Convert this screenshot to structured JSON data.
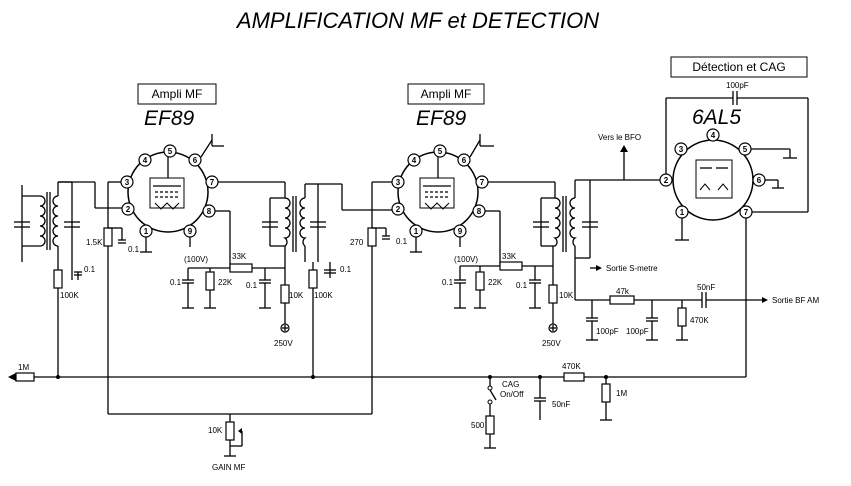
{
  "title": "AMPLIFICATION MF et DETECTION",
  "stages": {
    "stage1": {
      "box_label": "Ampli MF",
      "tube": "EF89"
    },
    "stage2": {
      "box_label": "Ampli MF",
      "tube": "EF89"
    },
    "stage3": {
      "box_label": "Détection et CAG",
      "tube": "6AL5"
    }
  },
  "pins": {
    "p1": "1",
    "p2": "2",
    "p3": "3",
    "p4": "4",
    "p5": "5",
    "p6": "6",
    "p7": "7",
    "p8": "8",
    "p9": "9"
  },
  "components": {
    "r_1_5k": "1.5K",
    "c_01_a": "0.1",
    "c_01_b": "0.1",
    "r_100k_a": "100K",
    "v_100v_a": "(100V)",
    "r_33k_a": "33K",
    "c_01_c": "0.1",
    "r_22k_a": "22K",
    "c_01_d": "0.1",
    "r_10k_a": "10K",
    "v_250v_a": "250V",
    "r_100k_b": "100K",
    "c_01_e": "0.1",
    "r_270": "270",
    "c_01_f": "0.1",
    "v_100v_b": "(100V)",
    "r_33k_b": "33K",
    "c_01_g": "0.1",
    "r_22k_b": "22K",
    "c_01_h": "0.1",
    "r_10k_b": "10K",
    "v_250v_b": "250V",
    "c_100pf_top": "100pF",
    "vers_bfo": "Vers le BFO",
    "sortie_smetre": "Sortie S-metre",
    "r_47k": "47k",
    "c_50nf_a": "50nF",
    "sortie_bf": "Sortie BF AM",
    "c_100pf_a": "100pF",
    "c_100pf_b": "100pF",
    "r_470k_a": "470K",
    "r_1m_left": "1M",
    "cag_switch": "CAG\nOn/Off",
    "cag_line1": "CAG",
    "cag_line2": "On/Off",
    "r_470k_b": "470K",
    "c_50nf_b": "50nF",
    "r_1m_right": "1M",
    "r_500": "500",
    "pot_10k": "10K",
    "gain_mf": "GAIN MF"
  }
}
